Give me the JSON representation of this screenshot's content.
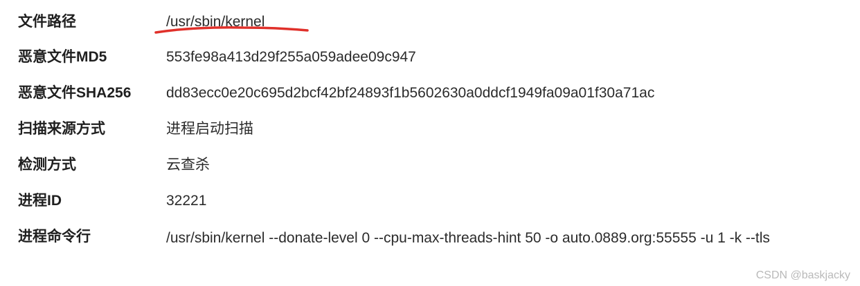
{
  "rows": [
    {
      "label": "文件路径",
      "value": "/usr/sbin/kernel"
    },
    {
      "label": "恶意文件MD5",
      "value": "553fe98a413d29f255a059adee09c947"
    },
    {
      "label": "恶意文件SHA256",
      "value": "dd83ecc0e20c695d2bcf42bf24893f1b5602630a0ddcf1949fa09a01f30a71ac"
    },
    {
      "label": "扫描来源方式",
      "value": "进程启动扫描"
    },
    {
      "label": "检测方式",
      "value": "云查杀"
    },
    {
      "label": "进程ID",
      "value": "32221"
    },
    {
      "label": "进程命令行",
      "value": "/usr/sbin/kernel --donate-level 0 --cpu-max-threads-hint 50 -o auto.0889.org:55555 -u 1 -k --tls"
    }
  ],
  "annotation": {
    "color": "#e0302a"
  },
  "watermark": "CSDN @baskjacky"
}
